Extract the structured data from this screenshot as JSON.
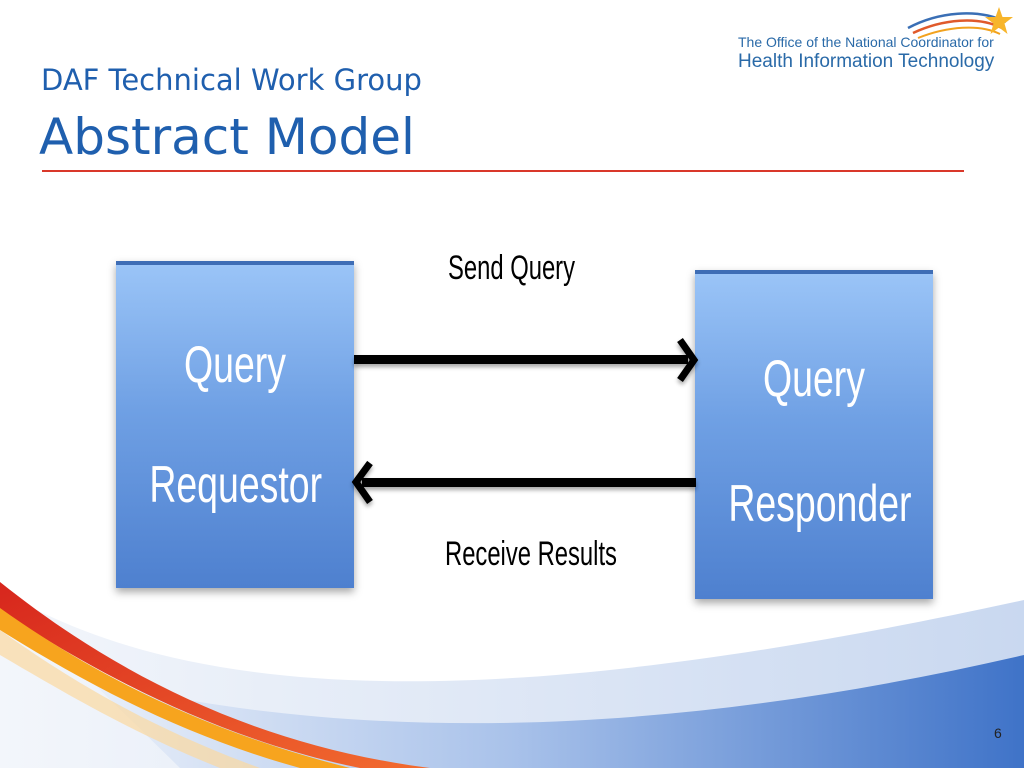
{
  "slide": {
    "subtitle": "DAF Technical Work Group",
    "title": "Abstract Model",
    "page_number": "6"
  },
  "logo": {
    "line1": "The Office of the National Coordinator for",
    "line2": "Health Information Technology"
  },
  "diagram": {
    "requestor": {
      "line1": "Query",
      "line2": "Requestor"
    },
    "responder": {
      "line1": "Query",
      "line2": "Responder"
    },
    "send_label": "Send Query",
    "receive_label": "Receive Results"
  },
  "colors": {
    "title_blue": "#1f5fae",
    "rule_red": "#d9382a",
    "box_top": "#9ac4f7",
    "box_bottom": "#4e80cf",
    "swoosh_red": "#e8452c",
    "swoosh_orange": "#f5a623",
    "swoosh_blue": "#6a96d8"
  },
  "icons": {
    "logo_star": "star-icon"
  }
}
